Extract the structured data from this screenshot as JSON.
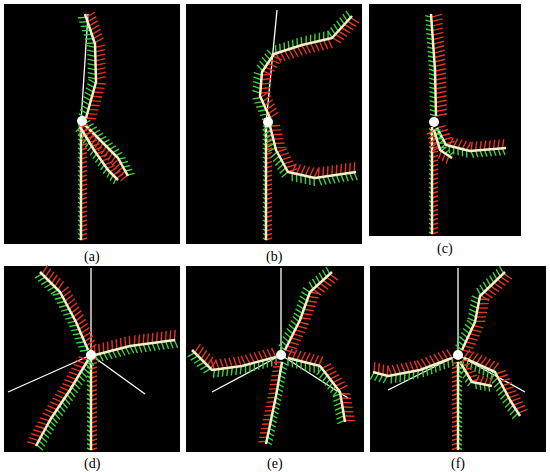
{
  "diagram": {
    "labels": [
      "(a)",
      "(b)",
      "(c)",
      "(d)",
      "(e)",
      "(f)"
    ]
  }
}
